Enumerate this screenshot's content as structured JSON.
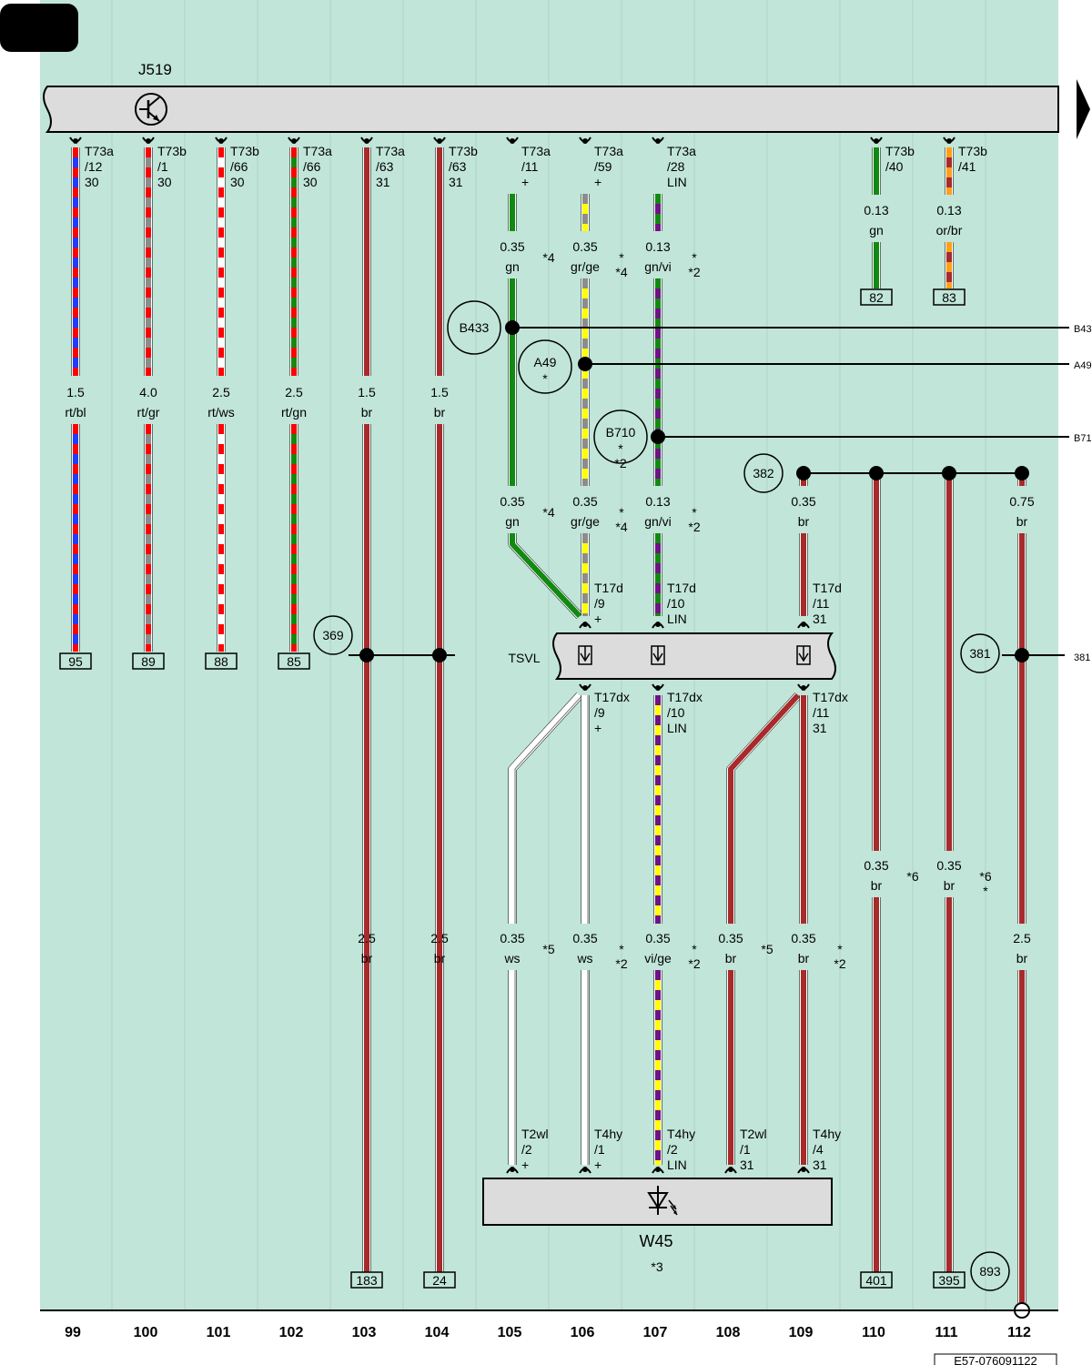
{
  "colors": {
    "background": "#c1e5d9",
    "bar": "#dcdcdc",
    "br": "#a72b2b",
    "rt": "#ff0000",
    "bl": "#1f3cff",
    "gr": "#8c8c8c",
    "ws": "#ffffff",
    "gn": "#118a11",
    "ge": "#ffff00",
    "vi": "#6e1286",
    "or": "#ff9f1a"
  },
  "control_unit": {
    "label": "J519",
    "symbol": "transistor-icon"
  },
  "tsvl_label": "TSVL",
  "component": {
    "label": "W45",
    "note": "*3",
    "symbol": "led-icon"
  },
  "footer_code": "E57-076091122",
  "right_refs": [
    "B43",
    "A49",
    "B71",
    "381"
  ],
  "wires_top": [
    {
      "col": 99,
      "pin": [
        "T73a",
        "/12",
        "30"
      ],
      "size": "1.5",
      "color": "rt/bl",
      "ref": "95"
    },
    {
      "col": 100,
      "pin": [
        "T73b",
        "/1",
        "30"
      ],
      "size": "4.0",
      "color": "rt/gr",
      "ref": "89"
    },
    {
      "col": 101,
      "pin": [
        "T73b",
        "/66",
        "30"
      ],
      "size": "2.5",
      "color": "rt/ws",
      "ref": "88"
    },
    {
      "col": 102,
      "pin": [
        "T73a",
        "/66",
        "30"
      ],
      "size": "2.5",
      "color": "rt/gn",
      "ref": "85"
    },
    {
      "col": 103,
      "pin": [
        "T73a",
        "/63",
        "31"
      ],
      "size": "1.5",
      "color": "br"
    },
    {
      "col": 104,
      "pin": [
        "T73b",
        "/63",
        "31"
      ],
      "size": "1.5",
      "color": "br"
    },
    {
      "col": 105,
      "pin": [
        "T73a",
        "/11",
        "+"
      ],
      "size": "0.35",
      "color": "gn",
      "note": "*4"
    },
    {
      "col": 106,
      "pin": [
        "T73a",
        "/59",
        "+"
      ],
      "size": "0.35",
      "color": "gr/ge",
      "note": "*\n*4"
    },
    {
      "col": 107,
      "pin": [
        "T73a",
        "/28",
        "LIN"
      ],
      "size": "0.13",
      "color": "gn/vi",
      "note": "*\n*2"
    },
    {
      "col": 110,
      "pin": [
        "T73b",
        "/40",
        ""
      ],
      "size": "0.13",
      "color": "gn",
      "ref": "82"
    },
    {
      "col": 111,
      "pin": [
        "T73b",
        "/41",
        ""
      ],
      "size": "0.13",
      "color": "or/br",
      "ref": "83"
    }
  ],
  "wires_mid": [
    {
      "col": 105,
      "size": "0.35",
      "color": "gn",
      "note": "*4"
    },
    {
      "col": 106,
      "size": "0.35",
      "color": "gr/ge",
      "note": "*\n*4"
    },
    {
      "col": 107,
      "size": "0.13",
      "color": "gn/vi",
      "note": "*\n*2"
    },
    {
      "col": 109,
      "size": "0.35",
      "color": "br"
    },
    {
      "col": 112,
      "size": "0.75",
      "color": "br"
    }
  ],
  "tsvl_pins_top": [
    {
      "col": 106,
      "pin": [
        "T17d",
        "/9",
        "+"
      ]
    },
    {
      "col": 107,
      "pin": [
        "T17d",
        "/10",
        "LIN"
      ]
    },
    {
      "col": 109,
      "pin": [
        "T17d",
        "/11",
        "31"
      ]
    }
  ],
  "tsvl_pins_bottom": [
    {
      "col": 106,
      "pin": [
        "T17dx",
        "/9",
        "+"
      ]
    },
    {
      "col": 107,
      "pin": [
        "T17dx",
        "/10",
        "LIN"
      ]
    },
    {
      "col": 109,
      "pin": [
        "T17dx",
        "/11",
        "31"
      ]
    }
  ],
  "wires_low": [
    {
      "col": 110,
      "size": "0.35",
      "color": "br",
      "note": "*6"
    },
    {
      "col": 111,
      "size": "0.35",
      "color": "br",
      "note": "*6\n*"
    }
  ],
  "wires_bottom": [
    {
      "col": 103,
      "size": "2.5",
      "color": "br",
      "ref": "183"
    },
    {
      "col": 104,
      "size": "2.5",
      "color": "br",
      "ref": "24"
    },
    {
      "col": 105,
      "size": "0.35",
      "color": "ws",
      "note": "*5"
    },
    {
      "col": 106,
      "size": "0.35",
      "color": "ws",
      "note": "*\n*2"
    },
    {
      "col": 107,
      "size": "0.35",
      "color": "vi/ge",
      "note": "*\n*2"
    },
    {
      "col": 108,
      "size": "0.35",
      "color": "br",
      "note": "*5"
    },
    {
      "col": 109,
      "size": "0.35",
      "color": "br",
      "note": "*\n*2"
    },
    {
      "col": 112,
      "size": "2.5",
      "color": "br"
    }
  ],
  "end_refs": [
    {
      "col": 110,
      "ref": "401"
    },
    {
      "col": 111,
      "ref": "395"
    }
  ],
  "w45_pins": [
    {
      "col": 105,
      "pin": [
        "T2wl",
        "/2",
        "+"
      ]
    },
    {
      "col": 106,
      "pin": [
        "T4hy",
        "/1",
        "+"
      ]
    },
    {
      "col": 107,
      "pin": [
        "T4hy",
        "/2",
        "LIN"
      ]
    },
    {
      "col": 108,
      "pin": [
        "T2wl",
        "/1",
        "31"
      ]
    },
    {
      "col": 109,
      "pin": [
        "T4hy",
        "/4",
        "31"
      ]
    }
  ],
  "connections": [
    {
      "label": "B433",
      "note": ""
    },
    {
      "label": "A49",
      "note": "*"
    },
    {
      "label": "B710",
      "note": "*\n*2"
    },
    {
      "label": "382",
      "note": ""
    },
    {
      "label": "369",
      "note": ""
    },
    {
      "label": "381",
      "note": ""
    },
    {
      "label": "893",
      "note": ""
    }
  ],
  "column_numbers": [
    "99",
    "100",
    "101",
    "102",
    "103",
    "104",
    "105",
    "106",
    "107",
    "108",
    "109",
    "110",
    "111",
    "112"
  ]
}
